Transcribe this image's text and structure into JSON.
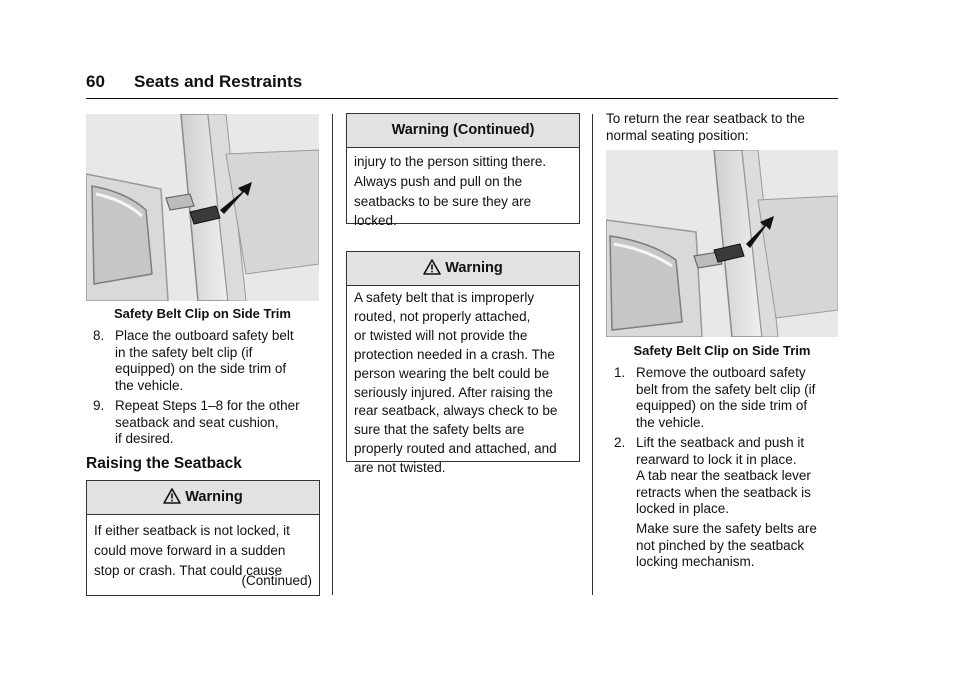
{
  "header": {
    "page_number": "60",
    "section_title": "Seats and Restraints"
  },
  "left_column": {
    "figure_caption": "Safety Belt Clip on Side Trim",
    "steps": [
      {
        "number": "8.",
        "lines": [
          "Place the outboard safety belt",
          "in the safety belt clip (if",
          "equipped) on the side trim of",
          "the vehicle."
        ]
      },
      {
        "number": "9.",
        "lines": [
          "Repeat Steps 1–8 for the other",
          "seatback and seat cushion,",
          "if desired."
        ]
      }
    ],
    "subheading": "Raising the Seatback",
    "warning": {
      "title": "Warning",
      "lines": [
        "If either seatback is not locked, it",
        "could move forward in a sudden",
        "stop or crash. That could cause"
      ],
      "continued_label": "(Continued)"
    }
  },
  "middle_column": {
    "warning_continued": {
      "title": "Warning  (Continued)",
      "lines": [
        "injury to the person sitting there.",
        "Always push and pull on the",
        "seatbacks to be sure they are",
        "locked."
      ]
    },
    "warning": {
      "title": "Warning",
      "lines": [
        "A safety belt that is improperly",
        "routed, not properly attached,",
        "or twisted will not provide the",
        "protection needed in a crash. The",
        "person wearing the belt could be",
        "seriously injured. After raising the",
        "rear seatback, always check to be",
        "sure that the safety belts are",
        "properly routed and attached, and",
        "are not twisted."
      ]
    }
  },
  "right_column": {
    "intro_lines": [
      "To return the rear seatback to the",
      "normal seating position:"
    ],
    "figure_caption": "Safety Belt Clip on Side Trim",
    "steps": [
      {
        "number": "1.",
        "lines": [
          "Remove the outboard safety",
          "belt from the safety belt clip (if",
          "equipped) on the side trim of",
          "the vehicle."
        ]
      },
      {
        "number": "2.",
        "lines": [
          "Lift the seatback and push it",
          "rearward to lock it in place.",
          "A tab near the seatback lever",
          "retracts when the seatback is",
          "locked in place."
        ]
      }
    ],
    "note_lines": [
      "Make sure the safety belts are",
      "not pinched by the seatback",
      "locking mechanism."
    ]
  },
  "icons": {
    "warning_symbol": "warning-triangle-icon",
    "figure_arrow": "arrow-icon"
  }
}
